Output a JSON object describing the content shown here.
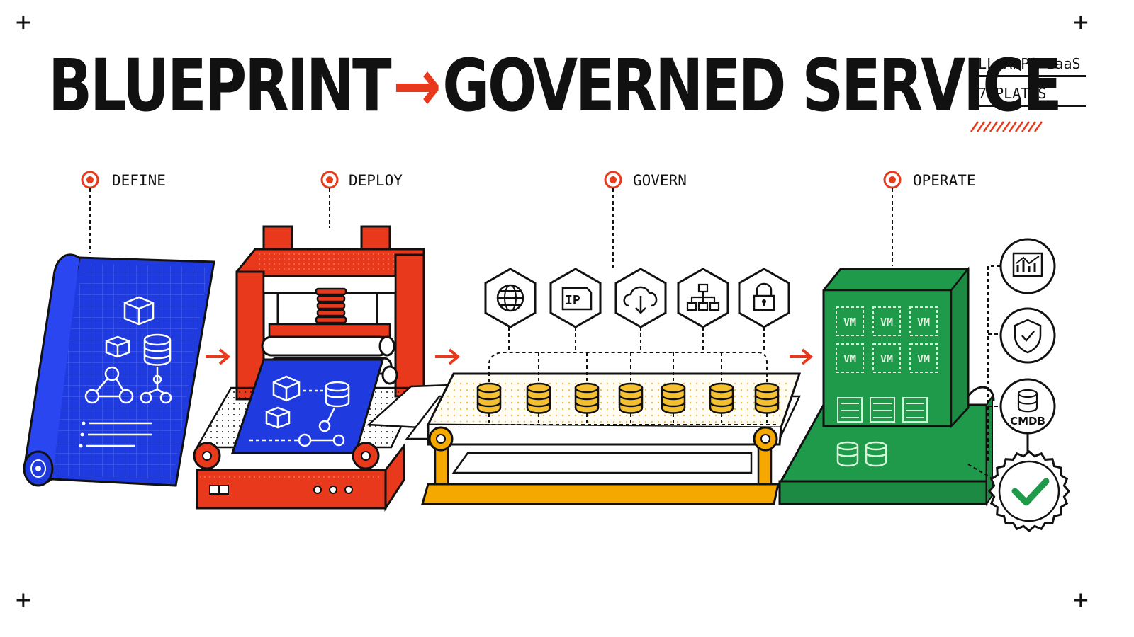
{
  "header": {
    "title_left": "BLUEPRINT",
    "title_arrow": "→",
    "title_right": "GOVERNED SERVICE",
    "meta_line1": "ALL APPS IaaS",
    "meta_line2": "07 PLATES"
  },
  "stages": [
    {
      "label": "DEFINE"
    },
    {
      "label": "DEPLOY"
    },
    {
      "label": "GOVERN"
    },
    {
      "label": "OPERATE"
    }
  ],
  "govern_icons": [
    "globe-icon",
    "ip-icon",
    "cloud-download-icon",
    "network-hierarchy-icon",
    "lock-icon"
  ],
  "ip_label": "IP",
  "vm_label": "VM",
  "cmdb_label": "CMDB",
  "operate_badges": [
    "chart-icon",
    "shield-check-icon",
    "cmdb-database-icon",
    "approved-seal-icon"
  ],
  "colors": {
    "ink": "#111111",
    "accent_red": "#e8391d",
    "blueprint_blue": "#1f3be0",
    "press_red": "#e8391d",
    "conveyor_orange": "#f5a800",
    "database_yellow": "#f5c030",
    "operate_green": "#1f9a4a",
    "check_green": "#1f9a4a"
  }
}
